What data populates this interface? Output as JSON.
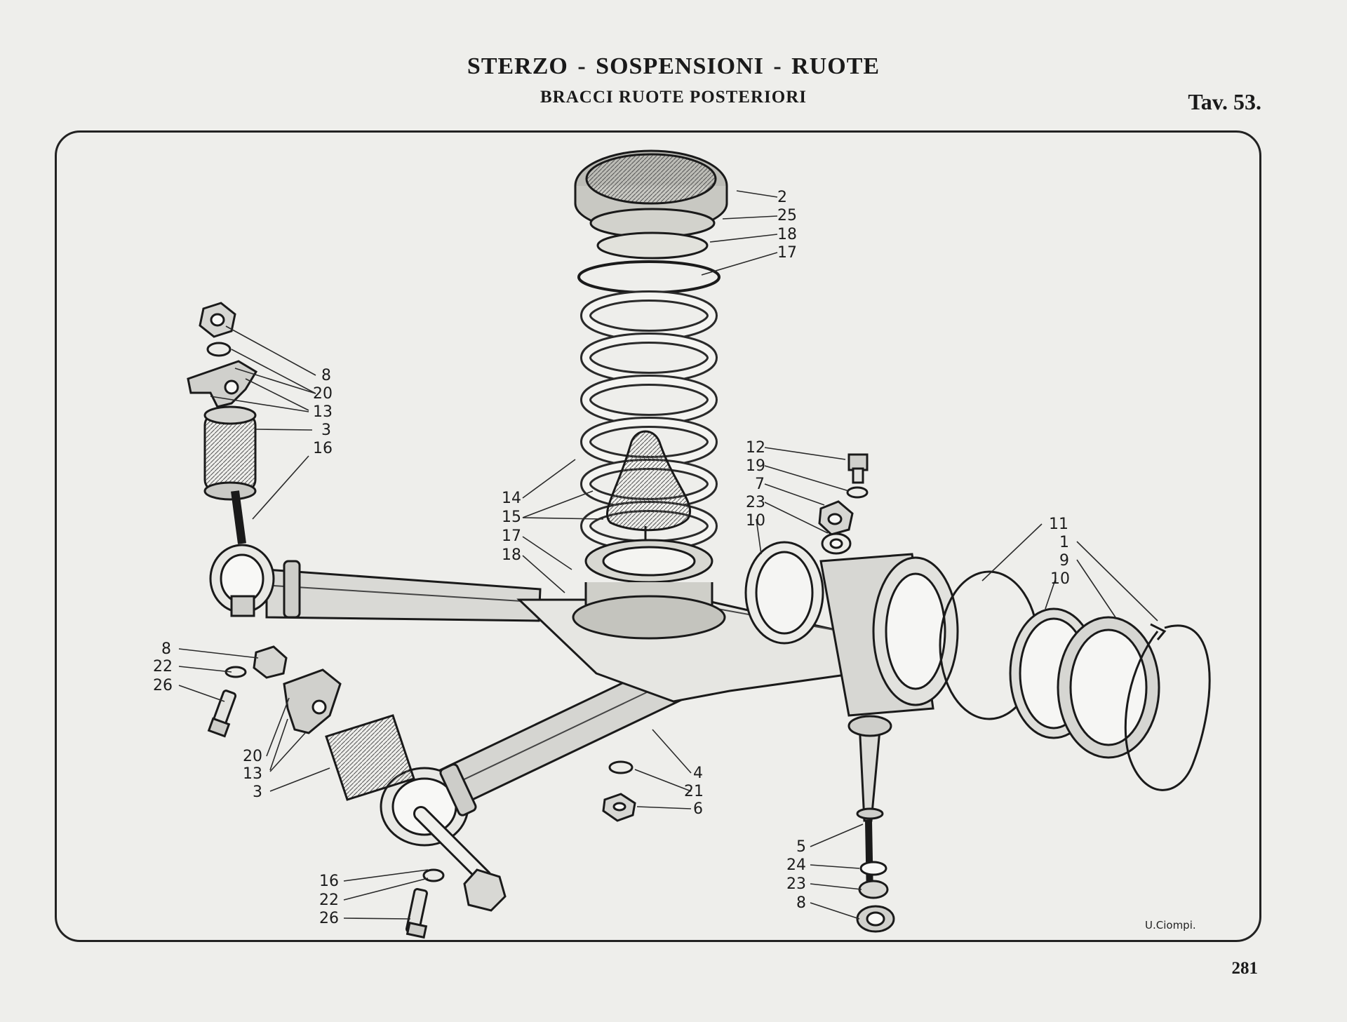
{
  "header": {
    "title": "STERZO - SOSPENSIONI - RUOTE",
    "subtitle": "BRACCI RUOTE POSTERIORI",
    "plate": "Tav. 53."
  },
  "footer": {
    "page_number": "281",
    "signature": "U.Ciompi."
  },
  "callouts": {
    "spring_top": [
      "2",
      "25",
      "18",
      "17"
    ],
    "left_upper": [
      "8",
      "20",
      "13",
      "3",
      "16"
    ],
    "bump_stop": [
      "14",
      "15",
      "17",
      "18"
    ],
    "right_mid": [
      "12",
      "19",
      "7",
      "23",
      "10"
    ],
    "hub_right": [
      "11",
      "1",
      "9",
      "10"
    ],
    "left_mid": [
      "8",
      "22",
      "26"
    ],
    "left_lower": [
      "20",
      "13",
      "3"
    ],
    "center_low": [
      "4",
      "21",
      "6"
    ],
    "bottom_left": [
      "16",
      "22",
      "26"
    ],
    "bottom_right": [
      "5",
      "24",
      "23",
      "8"
    ]
  }
}
